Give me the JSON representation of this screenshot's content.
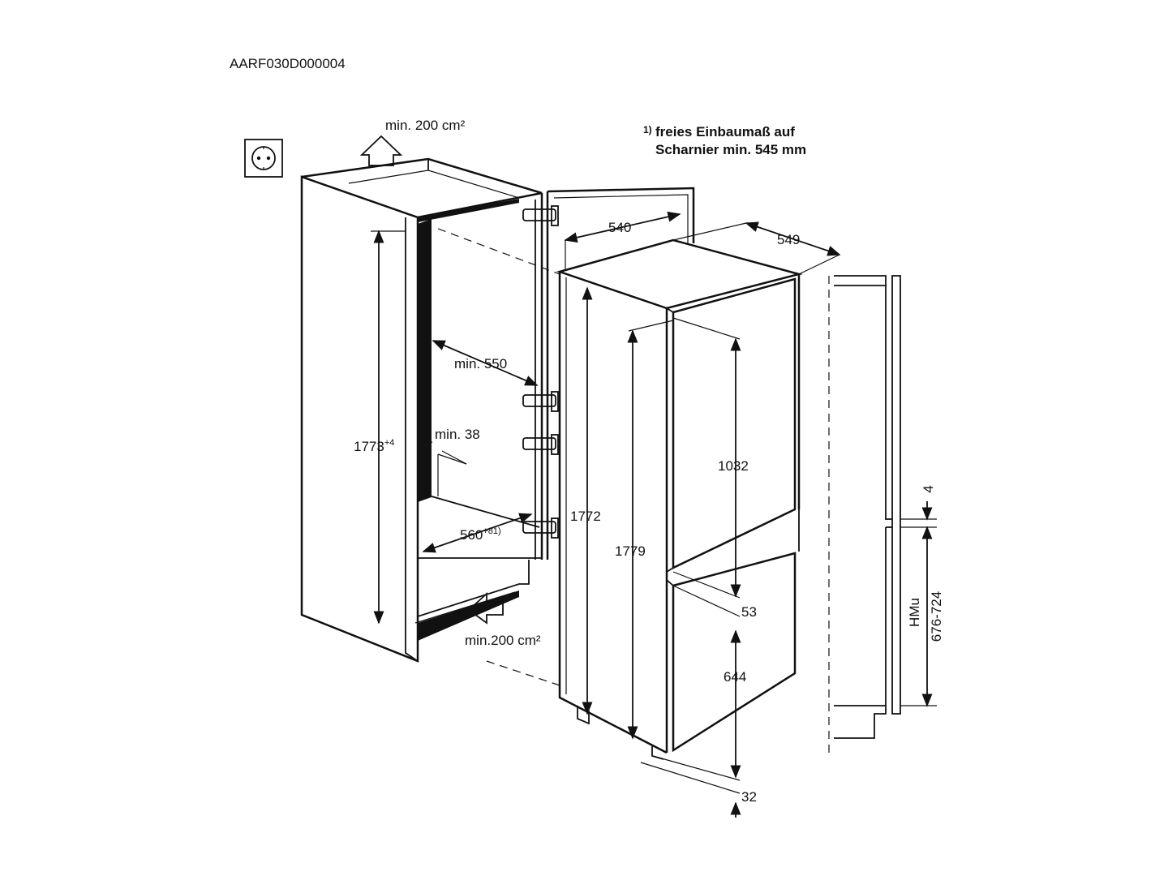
{
  "code": "AARF030D000004",
  "note": {
    "marker": "1)",
    "line1": "freies Einbaumaß auf",
    "line2": "Scharnier min. 545 mm"
  },
  "labels": {
    "vent_top": "min. 200 cm²",
    "vent_bottom": "min.200 cm²",
    "depth_540": "540",
    "depth_549": "549",
    "niche_depth": "min. 550",
    "gap_38": "min. 38",
    "niche_height_base": "1773",
    "niche_height_tol": "+4",
    "niche_width_base": "560",
    "niche_width_tol": "+8",
    "niche_width_note": "1)",
    "appliance_height": "1772",
    "door_total_height": "1779",
    "upper_door": "1032",
    "door_gap": "53",
    "lower_door": "644",
    "bottom_gap": "32",
    "hmu_gap": "4",
    "hmu_label": "HMu",
    "hmu_range": "676-724"
  },
  "icons": {
    "socket": "power-socket-icon",
    "vent_top_arrow": "arrow-up-icon",
    "vent_bottom_arrow": "arrow-in-icon"
  }
}
